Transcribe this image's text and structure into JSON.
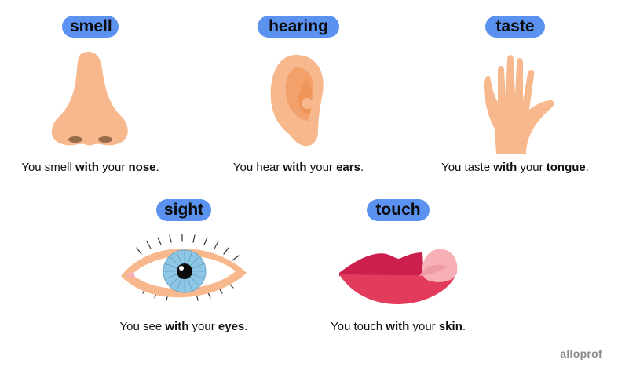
{
  "labels": {
    "smell": "smell",
    "hearing": "hearing",
    "taste": "taste",
    "sight": "sight",
    "touch": "touch"
  },
  "captions": {
    "smell": {
      "a": "You smell ",
      "b": "with",
      "c": " your ",
      "d": "nose",
      "e": "."
    },
    "hearing": {
      "a": "You hear ",
      "b": "with",
      "c": " your ",
      "d": "ears",
      "e": "."
    },
    "taste": {
      "a": "You taste ",
      "b": "with",
      "c": " your ",
      "d": "tongue",
      "e": "."
    },
    "sight": {
      "a": "You see ",
      "b": "with",
      "c": " your ",
      "d": "eyes",
      "e": "."
    },
    "touch": {
      "a": "You touch ",
      "b": "with",
      "c": " your ",
      "d": "skin",
      "e": "."
    }
  },
  "brand": "alloprof",
  "colors": {
    "pill": "#5b92f0",
    "skin": "#f6b88c",
    "skin_dark": "#f0955a",
    "iris": "#8ec7e6",
    "lips": "#cc1f4e",
    "tongue": "#f6b0b6"
  }
}
